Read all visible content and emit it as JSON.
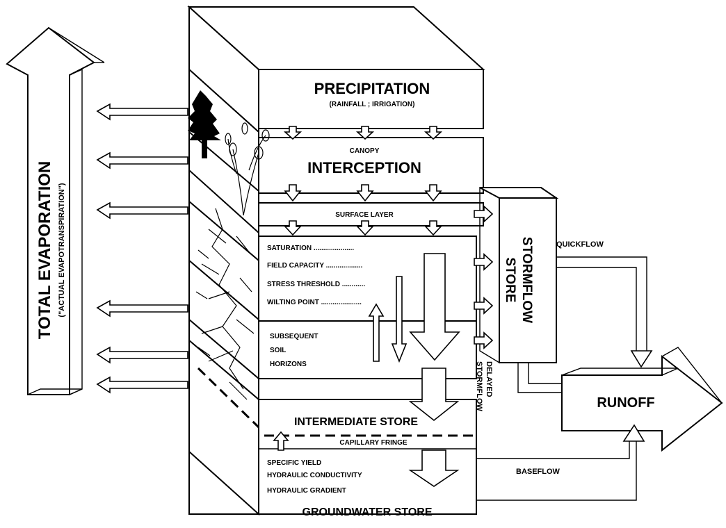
{
  "precipitation": {
    "title": "PRECIPITATION",
    "subtitle": "(RAINFALL ; IRRIGATION)"
  },
  "interception": {
    "small": "CANOPY",
    "title": "INTERCEPTION"
  },
  "surface_layer": "SURFACE LAYER",
  "soil_levels": [
    "SATURATION .....................",
    "FIELD CAPACITY ...................",
    "STRESS THRESHOLD ............",
    "WILTING POINT ....................."
  ],
  "subsequent": [
    "SUBSEQUENT",
    "SOIL",
    "HORIZONS"
  ],
  "intermediate_store": "INTERMEDIATE STORE",
  "capillary_fringe": "CAPILLARY FRINGE",
  "groundwater_props": [
    "SPECIFIC YIELD",
    "HYDRAULIC CONDUCTIVITY",
    "HYDRAULIC GRADIENT"
  ],
  "groundwater_store": "GROUNDWATER STORE",
  "stormflow_store": [
    "STORMFLOW",
    "STORE"
  ],
  "quickflow": "QUICKFLOW",
  "delayed_stormflow": [
    "DELAYED",
    "STORMFLOW"
  ],
  "baseflow": "BASEFLOW",
  "runoff": "RUNOFF",
  "evaporation": {
    "title": "TOTAL EVAPORATION",
    "subtitle": "(\"ACTUAL EVAPOTRANSPIRATION\")"
  }
}
